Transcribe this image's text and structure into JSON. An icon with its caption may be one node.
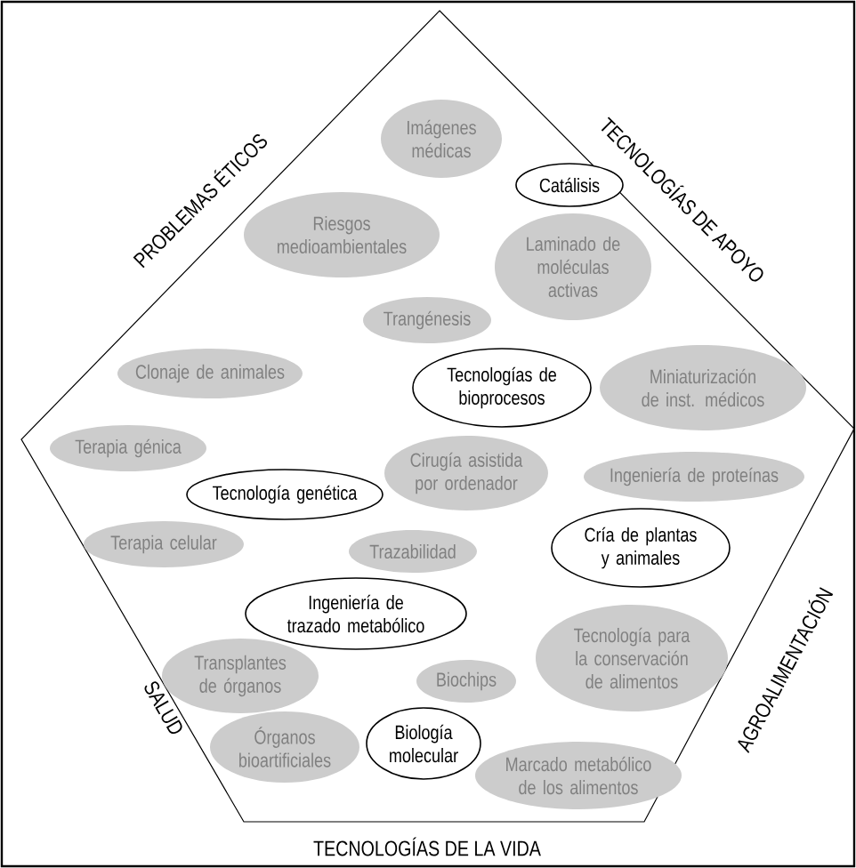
{
  "diagram": {
    "nodes": [
      {
        "text": [
          "Imágenes médicas"
        ]
      },
      {
        "text": [
          "Catálisis"
        ]
      },
      {
        "text": [
          "Riesgos medioambientales"
        ]
      },
      {
        "text": [
          "Laminado de moléculas activas"
        ]
      },
      {
        "text": [
          "Trangénesis"
        ]
      },
      {
        "text": [
          "Clonaje de animales"
        ]
      },
      {
        "text": [
          "Miniaturización de inst. médicos"
        ]
      },
      {
        "text": [
          "Tecnologías de bioprocesos"
        ]
      },
      {
        "text": [
          "Cirugía asistida por ordenador"
        ]
      },
      {
        "text": [
          "Terapia génica"
        ]
      },
      {
        "text": [
          "Tecnología genética"
        ]
      },
      {
        "text": [
          "Ingeniería de proteínas"
        ]
      },
      {
        "text": [
          "Cría de plantas y animales"
        ]
      },
      {
        "text": [
          "Terapia celular"
        ]
      },
      {
        "text": [
          "Trazabilidad"
        ]
      },
      {
        "text": [
          "Ingeniería de trazado metabólico"
        ]
      },
      {
        "text": [
          "Tecnología para la conservación de alimentos"
        ]
      },
      {
        "text": [
          "Transplantes de órganos"
        ]
      },
      {
        "text": [
          "Biochips"
        ]
      },
      {
        "text": [
          "Biología molecular"
        ]
      },
      {
        "text": [
          "Órganos bioartificiales"
        ]
      },
      {
        "text": [
          "Marcado metabólico de los alimentos"
        ]
      }
    ],
    "labels": [
      "PROBLEMAS ÉTICOS",
      "TECNOLOGÍAS DE APOYO",
      "SALUD",
      "AGROALIMENTACIÓN",
      "TECNOLOGÍAS DE LA VIDA"
    ]
  }
}
